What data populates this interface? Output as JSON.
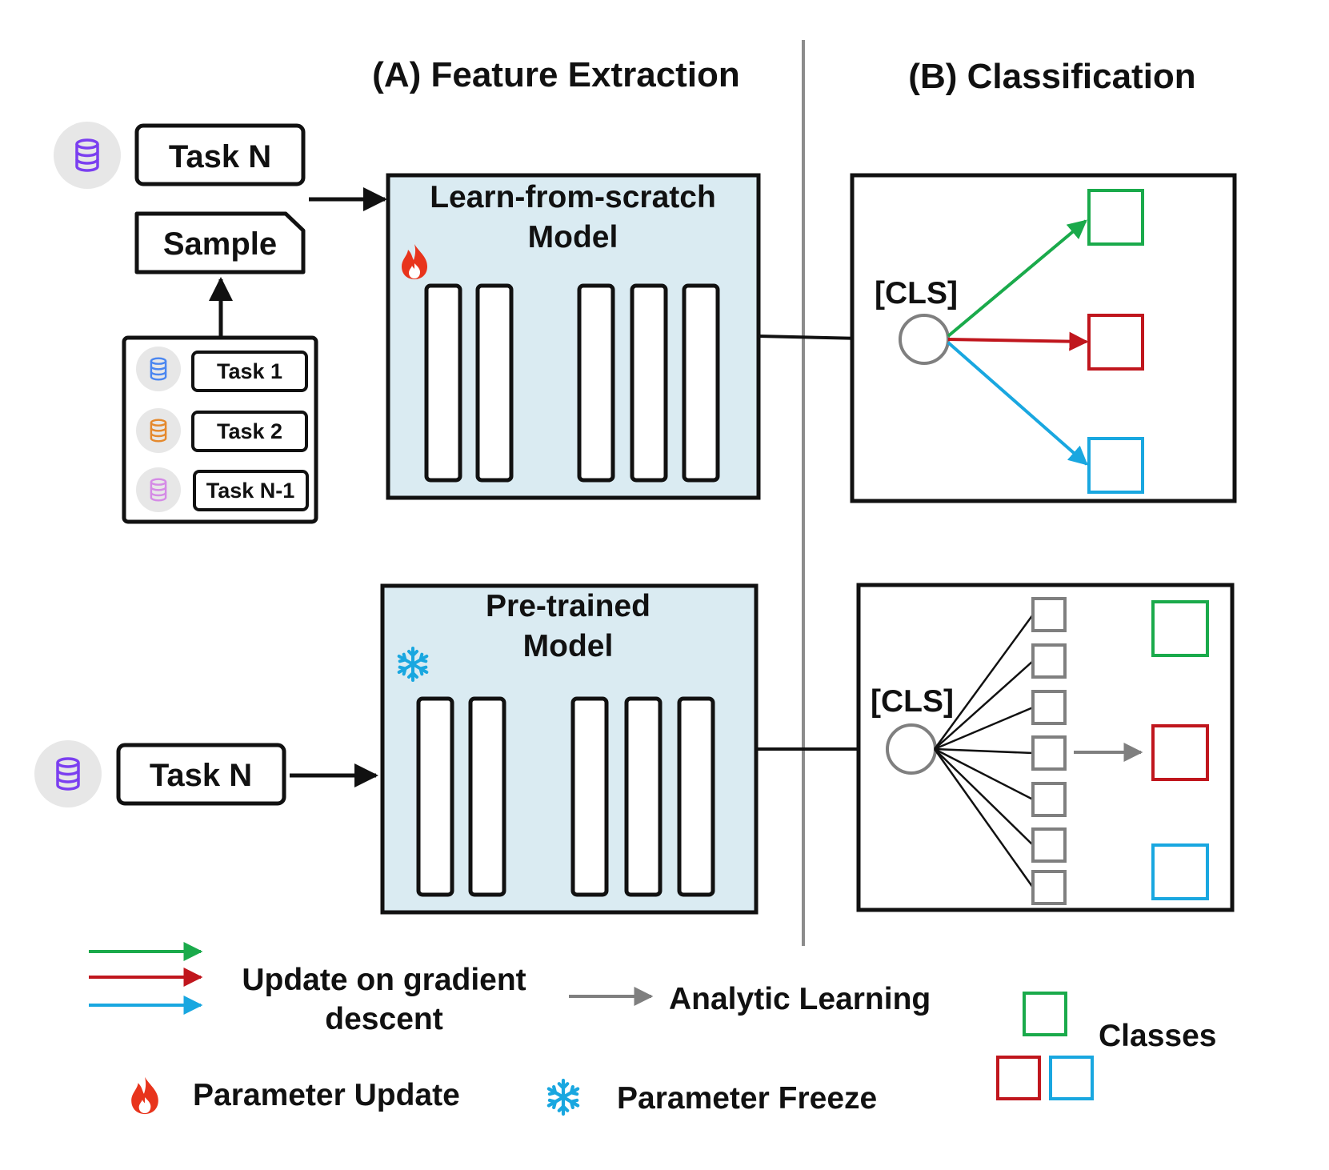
{
  "headings": {
    "feature_extraction": "(A) Feature Extraction",
    "classification": "(B) Classification"
  },
  "top_row": {
    "current_task": "Task N",
    "sample": "Sample",
    "memory_tasks": [
      "Task 1",
      "Task 2",
      "Task N-1"
    ],
    "model_title_line1": "Learn-from-scratch",
    "model_title_line2": "Model",
    "cls_label": "[CLS]"
  },
  "bottom_row": {
    "current_task": "Task N",
    "model_title_line1": "Pre-trained",
    "model_title_line2": "Model",
    "cls_label": "[CLS]"
  },
  "legend": {
    "gradient_line1": "Update on gradient",
    "gradient_line2": "descent",
    "analytic": "Analytic Learning",
    "classes": "Classes",
    "param_update": "Parameter Update",
    "param_freeze": "Parameter Freeze"
  },
  "icons": {
    "task_n_database": "database-icon",
    "update": "fire-icon",
    "freeze": "snowflake-icon"
  },
  "colors": {
    "green": "#1aaa4b",
    "red": "#c0161d",
    "blue": "#19a7e0",
    "gray": "#7f7f7f",
    "model_fill": "#daebf2",
    "db_purple": "#7b3ff0",
    "db_blue": "#4a86f0",
    "db_orange": "#e5892d",
    "db_pink": "#d58be6",
    "fire": "#e8341c"
  }
}
